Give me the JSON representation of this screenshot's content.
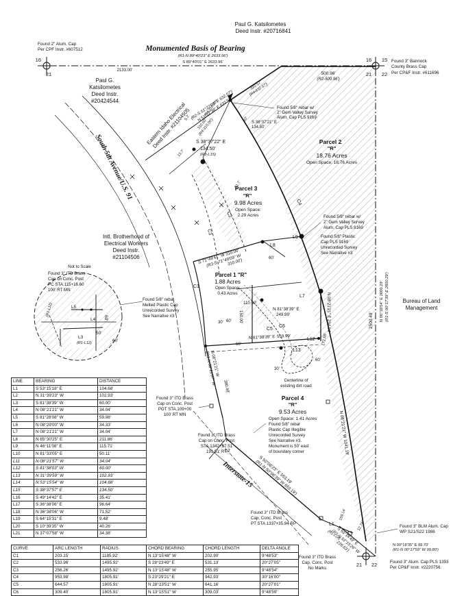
{
  "labels": {
    "owner_top": "Paul G. Katsilometes",
    "owner_top_deed": "Deed Instr. #20716841",
    "basis_title": "Monumented Basis of Bearing",
    "basis_r1": "(R1-N 89°40'23\" E 2633.96')",
    "basis_main": "S 89°40'01\" E 2633.96'",
    "found_alum_left_1": "Found 2\" Alum. Cap",
    "found_alum_left_2": "Per CPF Instr. #607512",
    "corner_nums_left": [
      "16",
      "21"
    ],
    "corner_nums_right": [
      "16",
      "15",
      "21",
      "22"
    ],
    "corner_nums_bottom": [
      "21",
      "22"
    ],
    "found_bannock_1": "Found 3\" Bannock",
    "found_bannock_2": "County Brass Cap",
    "found_bannock_3": "Per CP&F Instr. #611696",
    "dist_2133": "2133.00'",
    "dist_500": "500.96'",
    "dist_500_r": "(R2-500.96')",
    "owner_left_1": "Paul G.",
    "owner_left_2": "Katsilometes",
    "owner_left_3": "Deed Instr.",
    "owner_left_4": "#20424544",
    "eiec_1": "Eastern Idaho Electrical",
    "eiec_2": "Deed Instr. #21104505",
    "rebar_gem_1": "Found 5/8\" rebar w/",
    "rebar_gem_2": "2\" Gem Valley Survey",
    "rebar_gem_3": "Alum. Cap PLS 9169",
    "brg_s38_a": "S 38°37'21\" E",
    "brg_s38_b": "134.50'",
    "brg_s38_main": "S 38°37'22\" E",
    "brg_s38_dist": "134.50'",
    "brg_s38_r": "(R3-L15)",
    "bearing_n51": "N 51°22'38\" E 632.57'",
    "bearing_r2_n51": "(R2-S 51°22'03\" E 632.57')",
    "dist_r4": "(R4-310.00')",
    "dist_r4b": "(R4-632.57')",
    "dist_r4c": "(R4-310.00')",
    "dist_32257": "322.57'",
    "dist_310": "310.00'",
    "dist_137": "13.7'",
    "dist_52": "5.2'",
    "dist_317": "31.7'",
    "dist_60_a": "60'",
    "road_name": "South 5th Avenue/U.S. 91",
    "parcel2_name": "Parcel 2",
    "parcel2_r": "\"R\"",
    "parcel2_acres": "18.76 Acres",
    "parcel2_open": "Open Space: 18.76 Acres",
    "parcel3_name": "Parcel 3",
    "parcel3_r": "\"R\"",
    "parcel3_acres": "9.98 Acres",
    "parcel3_open_1": "Open Space:",
    "parcel3_open_2": "2.29 Acres",
    "parcel1_name": "Parcel 1 \"R\"",
    "parcel1_acres": "1.88 Acres",
    "parcel1_open_1": "Open Space:",
    "parcel1_open_2": "0.43 Acres",
    "parcel4_name": "Parcel 4",
    "parcel4_r": "\"R\"",
    "parcel4_acres": "9.53 Acres",
    "parcel4_open": "Open Space: 1.41 Acres",
    "rebar_gem_r_1": "Found 5/8\" rebar w/",
    "rebar_gem_r_2": "2\" Gem Valley Survey",
    "rebar_gem_r_3": "Alum. Cap PLS 9169",
    "rebar_plastic_r_1": "Found 5/8\" Plastic",
    "rebar_plastic_r_2": "Cap PLS 9169",
    "rebar_plastic_r_3": "Unrecorded Survey",
    "rebar_plastic_r_4": "See Narrative #3",
    "blm_1": "Bureau of Land",
    "blm_2": "Management",
    "ibew_1": "Intl. Brotherhood of",
    "ibew_2": "Electrical Workers",
    "ibew_3": "Deed Instr.",
    "ibew_4": "#21104506",
    "bearing_s71": "S 71°49'41\" W 310.00'",
    "bearing_s71_r": "(R3-S 71°49'09\" W",
    "bearing_s71_r2": "310.00')",
    "curve_c1": "C1",
    "curve_c2": "C2",
    "curve_c3": "C3",
    "curve_c4": "C4",
    "curve_c5": "C5",
    "curve_c6": "C6",
    "line_l7": "L7",
    "line_l8": "L8",
    "line_l9": "L9",
    "line_l1": "L1",
    "line_l2": "L2",
    "line_l12": "L12",
    "line_l13": "L13",
    "bearing_n81_249": "N 81°38'39\" E",
    "dist_249": "249.99'",
    "dist_11092": "110.92'",
    "dist_150": "150.00'",
    "bearing_n81_559": "N 81°38'39\" E",
    "dist_559": "559.99'",
    "bearing_n08_left": "N 08°21'21\" W",
    "bearing_n08_left_r": "(R1-N 08°21'07\" W",
    "bearing_n08_mid": "N 08°21'21\" E 234.04'",
    "bearing_n08_lower": "N 08°21'21\" W 1041.19'",
    "dist_2500": "2500.49'",
    "bearing_n00": "N 00°18'54\" E 2600.29'",
    "bearing_n00_r": "(R1-S 00°17'39\" E 2600.29')",
    "dist_17265": "172.65'",
    "dist_30_a": "30'",
    "dist_30_b": "30'",
    "dist_60_b": "60'",
    "dist_60_c": "60'",
    "dist_60_d": "60'",
    "dist_60_e": "60'",
    "dist_38048": "380.48'",
    "found_rebar_melted_1": "Found 5/8\" rebar",
    "found_rebar_melted_2": "Melted Plastic Cap",
    "found_rebar_melted_3": "Unrecorded Survey",
    "found_rebar_melted_4": "See Narrative #3",
    "not_to_scale": "Not to Scale",
    "itd_pc_1": "Found 3\" ITD Brass",
    "itd_pc_2": "Cap on Conc. Post",
    "itd_pc_3": "PC STA.115+16.60",
    "itd_pc_4": "100' RT MN",
    "inset_l5": "L5",
    "inset_l4": "L4",
    "inset_l3": "L3",
    "inset_r1l11": "(R1-L11)",
    "inset_r1l12": "(R1-L12)",
    "inset_60_a": "60'",
    "inset_50": "50'",
    "inset_60_b": "60'",
    "centerline_1": "Centerline of",
    "centerline_2": "existing dirt road",
    "rebar_illegible_1": "Found 5/8\" rebar",
    "rebar_illegible_2": "Plastic Cap Illegible",
    "rebar_illegible_3": "Unrecorded Survey",
    "rebar_illegible_4": "See Narrative #3.",
    "rebar_illegible_5": "Monument is 50' east",
    "rebar_illegible_6": "of boundary corner",
    "itd_pot_1": "Found 3\" ITD Brass",
    "itd_pot_2": "Cap on Conc. Post",
    "itd_pot_3": "POT STA.109+00",
    "itd_pot_4": "100' RT MN",
    "itd_sta1342_1": "Found 3\" ITD Brass",
    "itd_sta1342_2": "Cap on Conc. Post",
    "itd_sta1342_3": "STA.1342+87.51",
    "itd_sta1342_4": "191.51' RT",
    "interstate": "Interstate-15",
    "bearing_s50": "S 50°06'23\" E 553.19'",
    "bearing_s50_r": "(R1-N 50°06'39\" W 553.19')",
    "itd_pt_1": "Found 3\" ITD Brass",
    "itd_pt_2": "Cap, Conc. Post",
    "itd_pt_3": "PT STA.1337+35.94 RP",
    "dist_15914": "159.14'",
    "r1l14": "(R1-L14)",
    "bearing_s53": "S 53°14'49\" E",
    "bearing_s53_r": "(R1-N 53°15'26\" W",
    "bearing_s53_r2": "226.63')",
    "dist_1278": "12.78'",
    "itd_nomarks_1": "Found 3\" ITD Brass",
    "itd_nomarks_2": "Cap, Conc. Post",
    "itd_nomarks_3": "No Marks",
    "blm_cap_1": "Found 3\" BLM Alum. Cap",
    "blm_cap_2": "WP S21/S22 1986",
    "bearing_n00_9970": "N 00°18'35\" E 99.70'",
    "bearing_n00_9970_r": "(R1-N 00°17'59\" W 99.80')",
    "alum_pls_1": "Found 3\" Alum. Cap PLS 1393",
    "alum_pls_2": "Per CP&F Instr. #2220756."
  },
  "line_table": {
    "headers": [
      "LINE",
      "BEARING",
      "DISTANCE"
    ],
    "rows": [
      {
        "line": "L1",
        "bearing": "S 53°15'18\" E",
        "distance": "104.68'",
        "italic": false
      },
      {
        "line": "L2",
        "bearing": "N 31°39'23\" W",
        "distance": "102.93'",
        "italic": false
      },
      {
        "line": "L3",
        "bearing": "S 81°38'39\" W",
        "distance": "60.00'",
        "italic": false
      },
      {
        "line": "L4",
        "bearing": "N 08°21'21\" W",
        "distance": "34.04'",
        "italic": false
      },
      {
        "line": "L5",
        "bearing": "S 81°28'08\" W",
        "distance": "59.98'",
        "italic": false
      },
      {
        "line": "L6",
        "bearing": "N 08°29'00\" W",
        "distance": "34.33'",
        "italic": false
      },
      {
        "line": "L7",
        "bearing": "N 08°21'21\" W",
        "distance": "34.04'",
        "italic": false
      },
      {
        "line": "L8",
        "bearing": "N 85°30'25\" E",
        "distance": "211.86'",
        "italic": false
      },
      {
        "line": "L9",
        "bearing": "N 46°11'08\" E",
        "distance": "115.71'",
        "italic": false
      },
      {
        "line": "L10",
        "bearing": "N 81°33'05\" E",
        "distance": "50.11'",
        "italic": false
      },
      {
        "line": "L11",
        "bearing": "N 08°21'57\" W",
        "distance": "34.04'",
        "italic": true
      },
      {
        "line": "L12",
        "bearing": "S 81°38'03\" W",
        "distance": "60.00'",
        "italic": true
      },
      {
        "line": "L13",
        "bearing": "N 31°39'59\" W",
        "distance": "102.93'",
        "italic": true
      },
      {
        "line": "L14",
        "bearing": "N 53°15'54\" W",
        "distance": "104.68'",
        "italic": true
      },
      {
        "line": "L15",
        "bearing": "S 38°37'57\" E",
        "distance": "134.50'",
        "italic": true
      },
      {
        "line": "L16",
        "bearing": "S 49°14'42\" E",
        "distance": "35.41'",
        "italic": false
      },
      {
        "line": "L17",
        "bearing": "S 36°38'06\" E",
        "distance": "96.64'",
        "italic": false
      },
      {
        "line": "L18",
        "bearing": "N 36°38'06\" W",
        "distance": "71.52'",
        "italic": false
      },
      {
        "line": "L19",
        "bearing": "S 64°15'31\" E",
        "distance": "9.48'",
        "italic": false
      },
      {
        "line": "L20",
        "bearing": "S 10°39'35\" W",
        "distance": "40.26'",
        "italic": false
      },
      {
        "line": "L21",
        "bearing": "N 37°07'58\" W",
        "distance": "34.38'",
        "italic": false
      }
    ]
  },
  "curve_table": {
    "headers": [
      "CURVE",
      "ARC LENGTH",
      "RADIUS",
      "CHORD BEARING",
      "CHORD LENGTH",
      "DELTA ANGLE"
    ],
    "rows": [
      {
        "curve": "C1",
        "arc": "203.15'",
        "radius": "1185.92'",
        "chord_bearing": "N 13°15'48\" W",
        "chord_length": "202.90'",
        "delta": "9°48'53\""
      },
      {
        "curve": "C2",
        "arc": "533.96'",
        "radius": "1495.92'",
        "chord_bearing": "S 28°23'49\" E",
        "chord_length": "531.13'",
        "delta": "20°27'05\""
      },
      {
        "curve": "C3",
        "arc": "256.26'",
        "radius": "1495.92'",
        "chord_bearing": "N 13°15'48\" W",
        "chord_length": "255.95'",
        "delta": "9°48'54\""
      },
      {
        "curve": "C4",
        "arc": "953.98'",
        "radius": "1805.91'",
        "chord_bearing": "S 23°29'21\" E",
        "chord_length": "942.93'",
        "delta": "30°16'00\""
      },
      {
        "curve": "C5",
        "arc": "644.57'",
        "radius": "1805.91'",
        "chord_bearing": "N 28°23'51\" W",
        "chord_length": "641.16'",
        "delta": "20°27'01\""
      },
      {
        "curve": "C6",
        "arc": "309.40'",
        "radius": "1805.91'",
        "chord_bearing": "N 13°15'51\" W",
        "chord_length": "309.03'",
        "delta": "9°48'59\""
      }
    ]
  }
}
